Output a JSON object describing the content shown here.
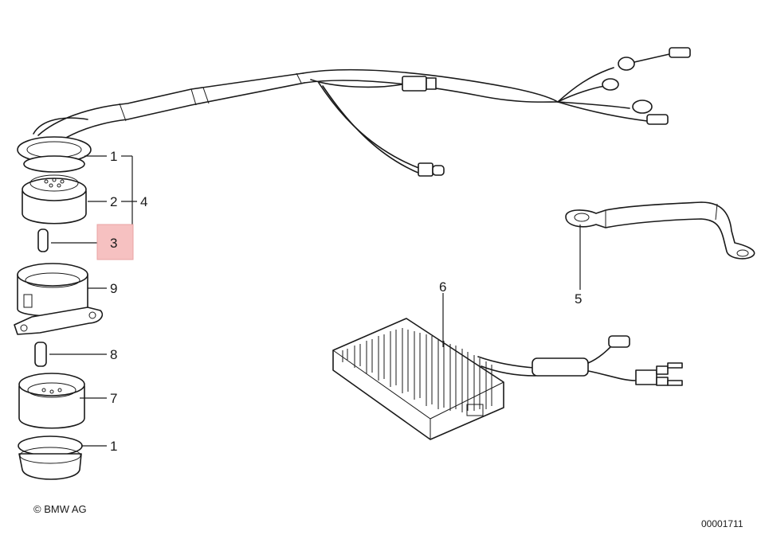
{
  "part_numbers": {
    "p1_top": "1",
    "p2": "2",
    "p3": "3",
    "p4": "4",
    "p5": "5",
    "p6": "6",
    "p7": "7",
    "p8": "8",
    "p9": "9",
    "p1_bottom": "1"
  },
  "highlight_color": "#f6c1c1",
  "footer": {
    "copyright": "© BMW AG",
    "diagram_id": "00001711"
  }
}
